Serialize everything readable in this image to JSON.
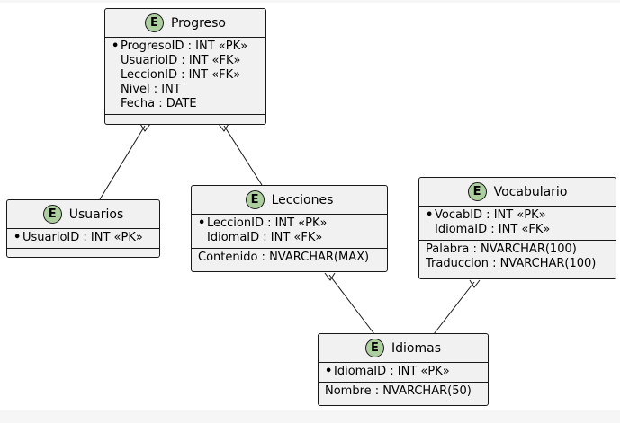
{
  "entities": {
    "progreso": {
      "name": "Progreso",
      "badge": "E",
      "fields": [
        {
          "mark": "•",
          "text": "ProgresoID : INT «PK»"
        },
        {
          "mark": "",
          "text": "UsuarioID : INT «FK»"
        },
        {
          "mark": "",
          "text": "LeccionID : INT «FK»"
        },
        {
          "mark": "",
          "text": "Nivel : INT"
        },
        {
          "mark": "",
          "text": "Fecha : DATE"
        }
      ]
    },
    "usuarios": {
      "name": "Usuarios",
      "badge": "E",
      "fields": [
        {
          "mark": "•",
          "text": "UsuarioID : INT «PK»"
        }
      ]
    },
    "lecciones": {
      "name": "Lecciones",
      "badge": "E",
      "fields": [
        {
          "mark": "•",
          "text": "LeccionID : INT «PK»"
        },
        {
          "mark": "",
          "text": "IdiomaID : INT «FK»"
        }
      ],
      "attributes": [
        "Contenido : NVARCHAR(MAX)"
      ]
    },
    "vocabulario": {
      "name": "Vocabulario",
      "badge": "E",
      "fields": [
        {
          "mark": "•",
          "text": "VocabID : INT «PK»"
        },
        {
          "mark": "",
          "text": "IdiomaID : INT «FK»"
        }
      ],
      "attributes": [
        "Palabra : NVARCHAR(100)",
        "Traduccion : NVARCHAR(100)"
      ]
    },
    "idiomas": {
      "name": "Idiomas",
      "badge": "E",
      "fields": [
        {
          "mark": "•",
          "text": "IdiomaID : INT «PK»"
        }
      ],
      "attributes": [
        "Nombre : NVARCHAR(50)"
      ]
    }
  },
  "colors": {
    "entity_fill": "#f1f1f1",
    "badge_fill": "#adcf9f",
    "stroke": "#181818"
  }
}
